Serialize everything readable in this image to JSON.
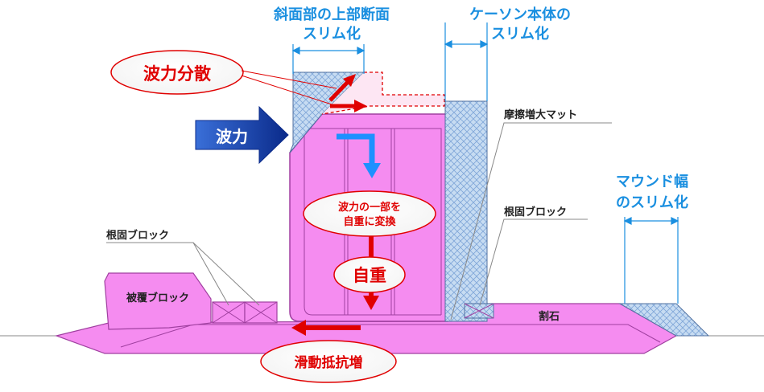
{
  "labels": {
    "slope_top_line1": "斜面部の上部断面",
    "slope_top_line2": "スリム化",
    "caisson_line1": "ケーソン本体の",
    "caisson_line2": "スリム化",
    "wave_dispersion": "波力分散",
    "wave_force": "波力",
    "friction_mat": "摩擦増大マット",
    "mound_line1": "マウンド幅",
    "mound_line2": "のスリム化",
    "foot_block_right": "根固ブロック",
    "foot_block_left": "根固ブロック",
    "armor_block": "被覆ブロック",
    "rubble": "割石",
    "convert_line1": "波力の一部を",
    "convert_line2": "自重に変換",
    "self_weight": "自重",
    "sliding": "滑動抵抗増"
  },
  "colors": {
    "caisson_pink": "#f58cf0",
    "caisson_stroke": "#a040a0",
    "hatch_blue": "#c7dcf2",
    "hatch_line": "#7fa6d8",
    "arrow_red": "#e00000",
    "arrow_blue": "#1e90ff",
    "label_blue": "#1a8fe0",
    "wave_arrow_dark": "#0a2a8a",
    "wave_arrow_light": "#3a6fd8"
  }
}
